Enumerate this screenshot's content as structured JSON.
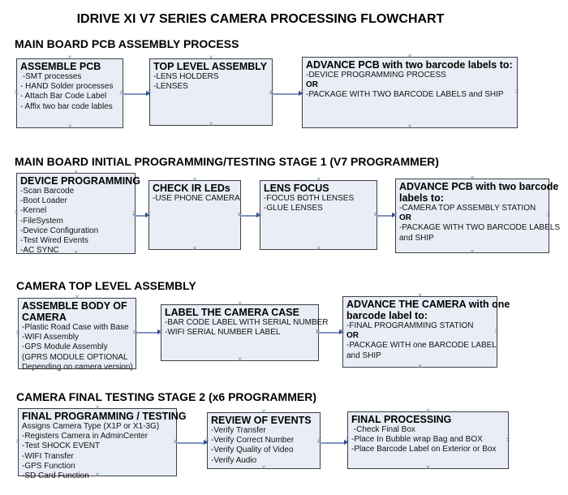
{
  "title": "IDRIVE XI V7 SERIES CAMERA PROCESSING FLOWCHART",
  "icons": {
    "connection_point": "×"
  },
  "colors": {
    "box_fill": "#e9eef6",
    "box_border": "#3f3f47",
    "arrow_line": "#8094c0",
    "arrow_head": "#2f4d92",
    "connection_mark": "#8a93aa",
    "text": "#000000"
  },
  "sections": [
    {
      "header": "MAIN BOARD PCB ASSEMBLY PROCESS",
      "boxes": [
        {
          "title_lines": [
            "ASSEMBLE PCB"
          ],
          "lines": [
            " -SMT processes",
            "- HAND Solder processes",
            "- Attach Bar Code Label",
            "- Affix two bar code lables"
          ]
        },
        {
          "title_lines": [
            "TOP LEVEL ASSEMBLY"
          ],
          "lines": [
            "-LENS HOLDERS",
            "-LENSES"
          ]
        },
        {
          "title_lines": [
            "ADVANCE PCB with two barcode labels to:"
          ],
          "lines": [
            "-DEVICE PROGRAMMING PROCESS",
            "OR",
            "-PACKAGE WITH TWO BARCODE LABELS and SHIP"
          ]
        }
      ]
    },
    {
      "header": "MAIN BOARD INITIAL PROGRAMMING/TESTING STAGE 1 (V7 PROGRAMMER)",
      "boxes": [
        {
          "title_lines": [
            "DEVICE PROGRAMMING"
          ],
          "lines": [
            "-Scan Barcode",
            "-Boot Loader",
            "-Kernel",
            "-FileSystem",
            "-Device Configuration",
            "-Test Wired Events",
            "-AC SYNC"
          ]
        },
        {
          "title_lines": [
            "CHECK IR LEDs"
          ],
          "lines": [
            "-USE PHONE CAMERA"
          ]
        },
        {
          "title_lines": [
            "LENS FOCUS"
          ],
          "lines": [
            "-FOCUS BOTH LENSES",
            "-GLUE LENSES"
          ]
        },
        {
          "title_lines": [
            "ADVANCE PCB with two barcode",
            "labels to:"
          ],
          "lines": [
            "-CAMERA TOP ASSEMBLY STATION",
            "OR",
            "-PACKAGE WITH TWO BARCODE LABELS",
            "and SHIP"
          ]
        }
      ]
    },
    {
      "header": "CAMERA TOP LEVEL ASSEMBLY",
      "boxes": [
        {
          "title_lines": [
            "ASSEMBLE BODY OF",
            "CAMERA"
          ],
          "lines": [
            "-Plastic Road Case with Base",
            "-WIFI Assembly",
            "-GPS Module Assembly",
            "(GPRS MODULE OPTIONAL",
            "Depending on camera version)"
          ]
        },
        {
          "title_lines": [
            "LABEL THE CAMERA CASE"
          ],
          "lines": [
            "-BAR CODE LABEL WITH SERIAL NUMBER",
            "-WIFI SERIAL NUMBER LABEL"
          ]
        },
        {
          "title_lines": [
            "ADVANCE THE CAMERA with one",
            "barcode label to:"
          ],
          "lines": [
            "-FINAL PROGRAMMING STATION",
            "OR",
            "-PACKAGE WITH one BARCODE LABEL",
            "and SHIP"
          ]
        }
      ]
    },
    {
      "header": "CAMERA FINAL TESTING STAGE 2 (x6 PROGRAMMER)",
      "boxes": [
        {
          "title_lines": [
            "FINAL PROGRAMMING / TESTING"
          ],
          "lines": [
            "Assigns Camera Type (X1P or X1-3G)",
            "-Registers Camera in AdminCenter",
            "-Test SHOCK EVENT",
            "-WIFI Transfer",
            "-GPS Function",
            "-SD Card Function"
          ]
        },
        {
          "title_lines": [
            "REVIEW OF EVENTS"
          ],
          "lines": [
            "-Verify Transfer",
            "-Verify Correct Number",
            "-Verify Quality of Video",
            "-Verify Audio"
          ]
        },
        {
          "title_lines": [
            "FINAL PROCESSING"
          ],
          "lines": [
            " -Check Final Box",
            "-Place In Bubble wrap Bag and BOX",
            "-Place Barcode Label on Exterior or Box"
          ]
        }
      ]
    }
  ]
}
